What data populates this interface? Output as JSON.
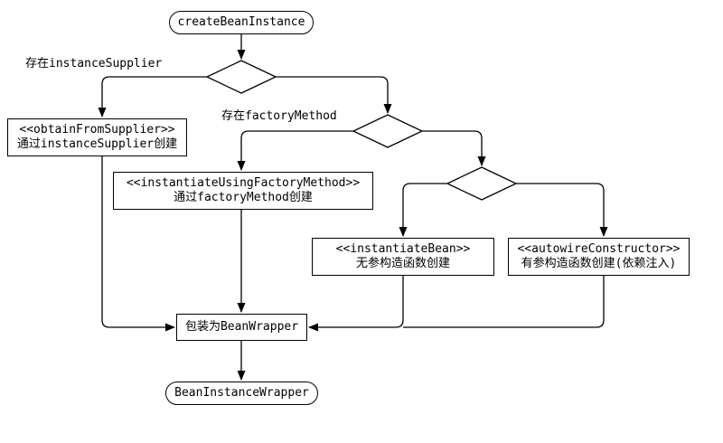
{
  "flowchart": {
    "start": {
      "label": "createBeanInstance"
    },
    "branch_labels": {
      "instance_supplier": "存在instanceSupplier",
      "factory_method": "存在factoryMethod"
    },
    "nodes": {
      "obtain_from_supplier": {
        "stereotype": "<<obtainFromSupplier>>",
        "desc": "通过instanceSupplier创建"
      },
      "instantiate_using_factory_method": {
        "stereotype": "<<instantiateUsingFactoryMethod>>",
        "desc": "通过factoryMethod创建"
      },
      "instantiate_bean": {
        "stereotype": "<<instantiateBean>>",
        "desc": "无参构造函数创建"
      },
      "autowire_constructor": {
        "stereotype": "<<autowireConstructor>>",
        "desc": "有参构造函数创建(依赖注入)"
      },
      "wrap_bean_wrapper": {
        "label": "包装为BeanWrapper"
      }
    },
    "end": {
      "label": "BeanInstanceWrapper"
    },
    "colors": {
      "stroke": "#000000",
      "fill": "#ffffff",
      "text": "#000000",
      "background": "#ffffff"
    }
  }
}
